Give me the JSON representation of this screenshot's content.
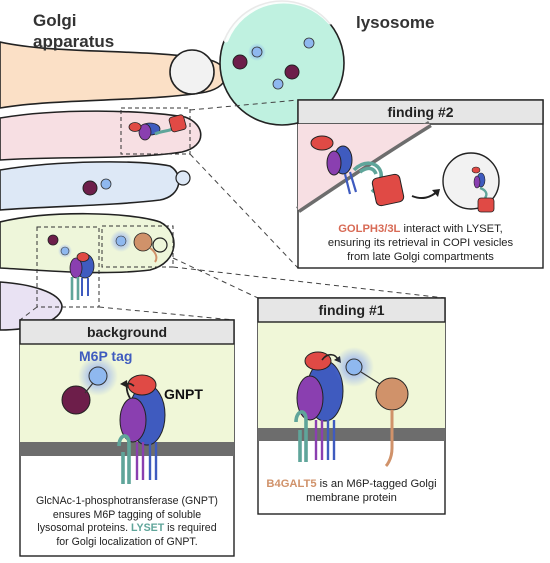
{
  "labels": {
    "golgi_line1": "Golgi",
    "golgi_line2": "apparatus",
    "lysosome": "lysosome"
  },
  "panels": {
    "finding2": {
      "title": "finding #2",
      "caption_highlight": "GOLPH3/3L",
      "caption_line1_rest": " interact with LYSET,",
      "caption_line2": "ensuring its retrieval in COPI vesicles",
      "caption_line3": "from late Golgi compartments"
    },
    "finding1": {
      "title": "finding #1",
      "caption_highlight": "B4GALT5",
      "caption_line1_rest": " is an M6P-tagged Golgi",
      "caption_line2": "membrane protein"
    },
    "background": {
      "title": "background",
      "m6p_label": "M6P tag",
      "gnpt_label": "GNPT",
      "caption_line1": "GlcNAc-1-phosphotransferase (GNPT)",
      "caption_line2": "ensures M6P tagging of soluble",
      "caption_line3_pre": "lysosomal proteins. ",
      "caption_highlight": "LYSET",
      "caption_line3_post": " is required",
      "caption_line4": "for Golgi localization of GNPT."
    }
  },
  "colors": {
    "golgi_orange": "#fbe0c6",
    "golgi_pink": "#f7dfe3",
    "golgi_blue": "#dde8f6",
    "golgi_green": "#eef6da",
    "golgi_lavender": "#e9e2f3",
    "lysosome_fill": "#bff1e0",
    "panel_header": "#e6e6e6",
    "panel_body": "#f0f7d8",
    "membrane": "#6d6d6d",
    "protein_blue": "#3f5bbf",
    "protein_purple": "#8a3fb0",
    "protein_red": "#e04a45",
    "lyset_teal": "#5fa59a",
    "m6p_lightblue": "#8fb8ef",
    "cargo_darkpurple": "#6d1e4a",
    "b4galt5_tan": "#d0926a"
  }
}
